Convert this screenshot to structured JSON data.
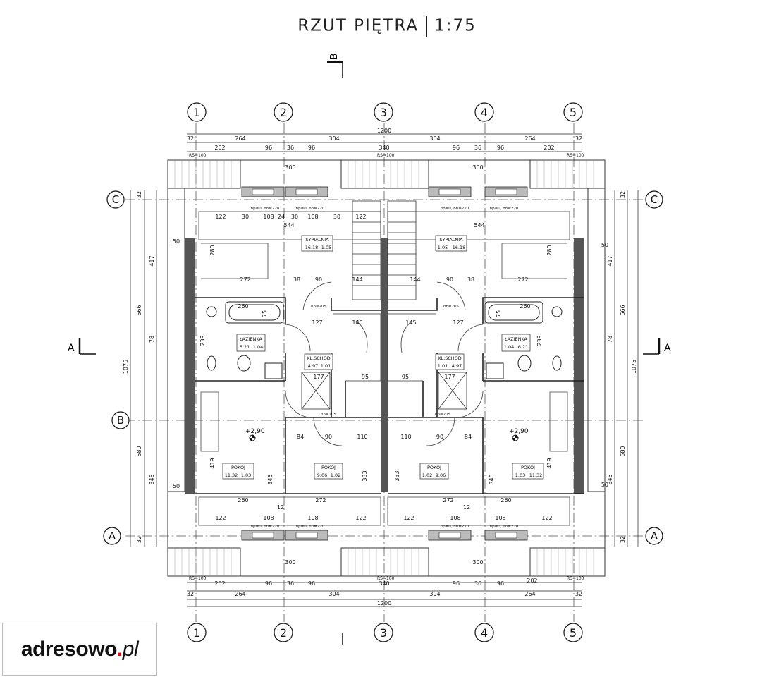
{
  "title": {
    "main": "RZUT PIĘTRA",
    "scale": "1:75"
  },
  "section_markers": {
    "top": "B",
    "left": "A",
    "right": "A"
  },
  "grid": {
    "columns": [
      "1",
      "2",
      "3",
      "4",
      "5"
    ],
    "rows": [
      "C",
      "B",
      "A"
    ]
  },
  "dimensions": {
    "overall": "1200",
    "row1": [
      "32",
      "264",
      "304",
      "304",
      "264",
      "32"
    ],
    "row2": [
      "202",
      "96",
      "36",
      "96",
      "340",
      "96",
      "36",
      "96",
      "202"
    ],
    "rs_label": "RS=100",
    "gable_width": "300",
    "left_vertical": [
      "32",
      "417",
      "666",
      "78",
      "1075",
      "580",
      "345",
      "32"
    ],
    "right_vertical": [
      "32",
      "417",
      "666",
      "78",
      "1075",
      "580",
      "345",
      "32"
    ],
    "interior": [
      "122",
      "30",
      "108",
      "30",
      "24",
      "108",
      "30",
      "122",
      "544",
      "272",
      "38",
      "90",
      "144",
      "260",
      "75",
      "145",
      "127",
      "239",
      "177",
      "95",
      "84",
      "110",
      "333",
      "345",
      "419",
      "280",
      "50",
      "12"
    ]
  },
  "window_note": "hp=0, hn=220",
  "door_note": "hn=205",
  "level": "+2,90",
  "rooms": [
    {
      "name": "SYPIALNIA",
      "area": "16.18",
      "code": "1.05"
    },
    {
      "name": "SYPIALNIA",
      "area": "16.18",
      "code": "1.05"
    },
    {
      "name": "ŁAZIENKA",
      "area": "6.21",
      "code": "1.04"
    },
    {
      "name": "ŁAZIENKA",
      "area": "6.21",
      "code": "1.04"
    },
    {
      "name": "KL.SCHOD",
      "area": "4.97",
      "code": "1.01"
    },
    {
      "name": "KL.SCHOD",
      "area": "4.97",
      "code": "1.01"
    },
    {
      "name": "POKÓJ",
      "area": "11.32",
      "code": "1.03"
    },
    {
      "name": "POKÓJ",
      "area": "9.06",
      "code": "1.02"
    },
    {
      "name": "POKÓJ",
      "area": "9.06",
      "code": "1.02"
    },
    {
      "name": "POKÓJ",
      "area": "11.32",
      "code": "1.03"
    }
  ],
  "watermark": {
    "brand": "adresowo",
    "dot": ".",
    "tld": "pl"
  }
}
